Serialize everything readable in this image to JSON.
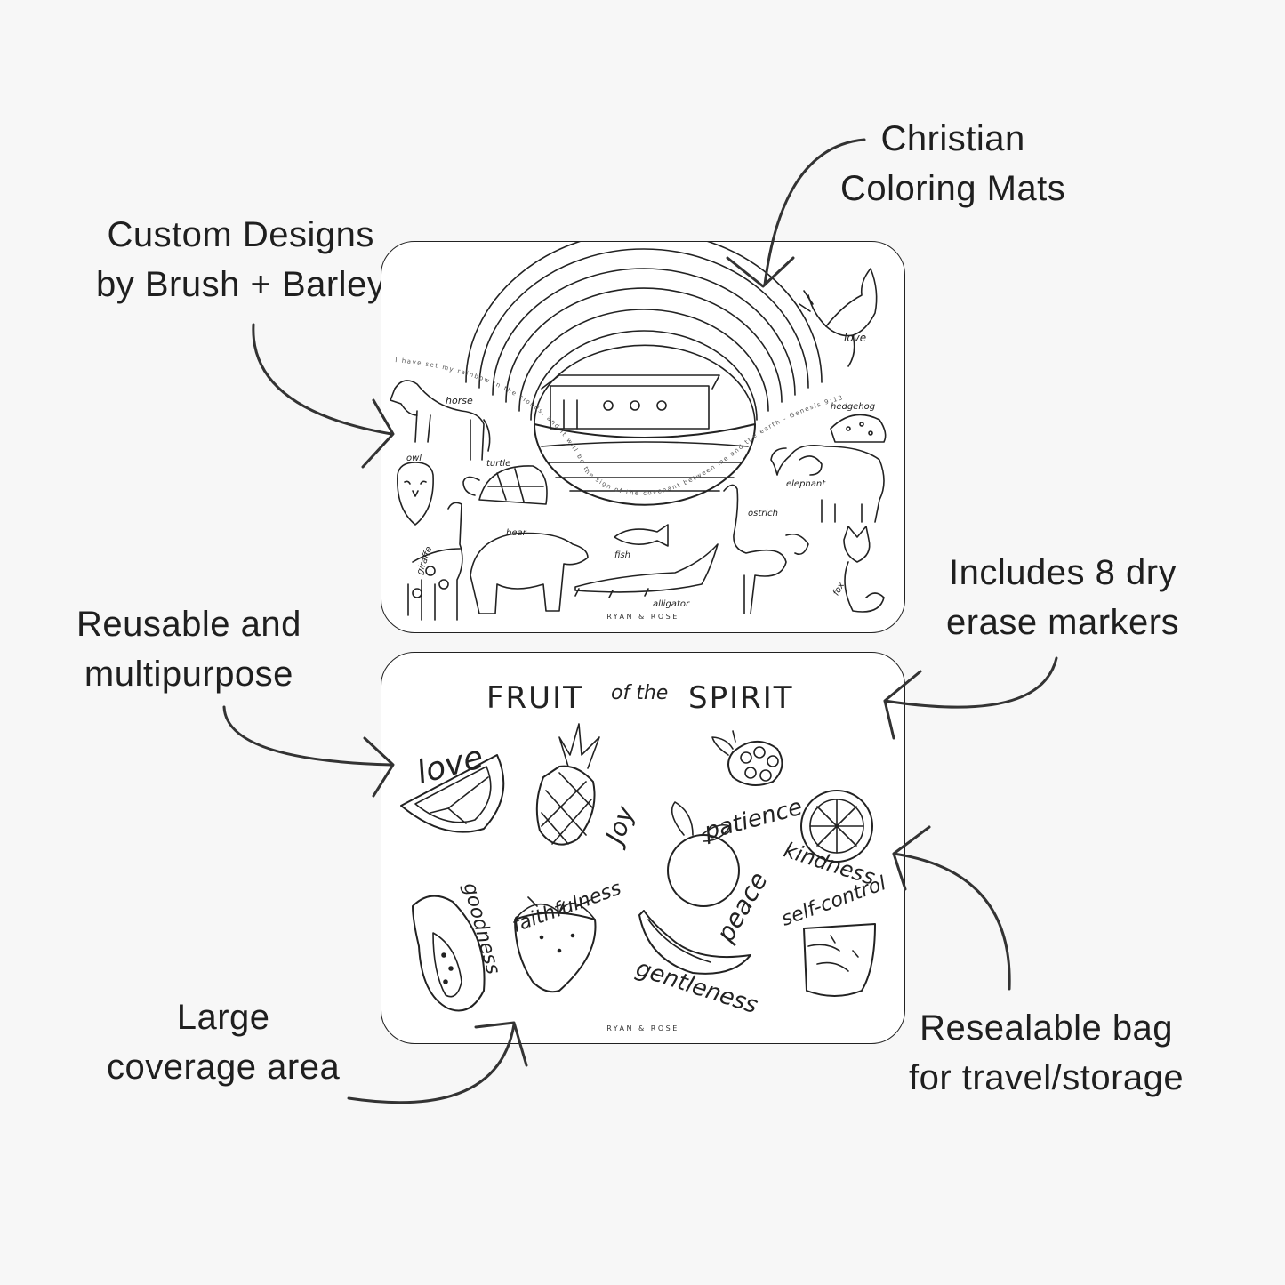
{
  "callouts": {
    "christian": [
      "Christian",
      "Coloring Mats"
    ],
    "custom": [
      "Custom Designs",
      "by Brush + Barley"
    ],
    "reusable": [
      "Reusable and",
      "multipurpose"
    ],
    "markers": [
      "Includes 8 dry",
      "erase markers"
    ],
    "large": [
      "Large",
      "coverage area"
    ],
    "bag": [
      "Resealable bag",
      "for travel/storage"
    ]
  },
  "mat1": {
    "verse": "I have set my rainbow in the clouds, and it will be the sign of the covenant between me and the earth - Genesis 9:13",
    "brand": "RYAN & ROSE",
    "labels": {
      "love": "love",
      "horse": "horse",
      "hedgehog": "hedgehog",
      "owl": "owl",
      "turtle": "turtle",
      "elephant": "elephant",
      "giraffe": "giraffe",
      "bear": "bear",
      "fish": "fish",
      "alligator": "alligator",
      "ostrich": "ostrich",
      "fox": "fox"
    }
  },
  "mat2": {
    "title_left": "FRUIT",
    "title_mid": "of the",
    "title_right": "SPIRIT",
    "brand": "RYAN & ROSE",
    "words": {
      "love": "love",
      "joy": "Joy",
      "patience": "patience",
      "kindness": "kindness",
      "peace": "peace",
      "goodness": "goodness",
      "faithfulness": "faithfulness",
      "gentleness": "gentleness",
      "self_control": "self-control"
    }
  }
}
